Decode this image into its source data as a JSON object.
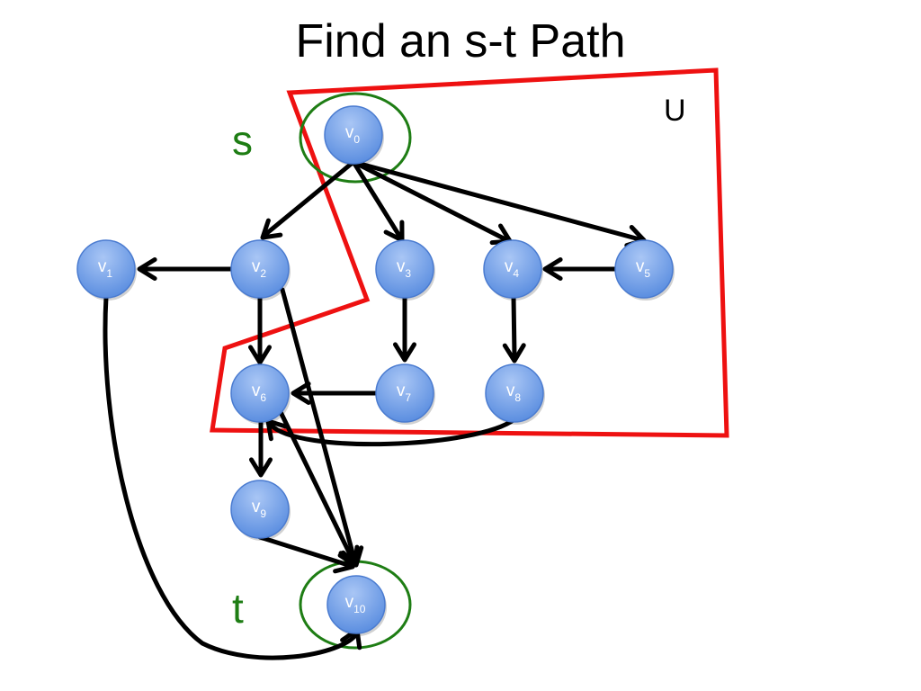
{
  "title": "Find an s-t Path",
  "set_label": "U",
  "source_label": "s",
  "sink_label": "t",
  "colors": {
    "node_fill": "#5b8ee0",
    "node_fill_light": "#a9c6f5",
    "edge": "#000000",
    "cut_region": "#ee1111",
    "terminal_ring": "#1e7d14",
    "terminal_text": "#1e7d14",
    "title_text": "#000000"
  },
  "nodes": [
    {
      "id": "v0",
      "base": "v",
      "sub": "0"
    },
    {
      "id": "v1",
      "base": "v",
      "sub": "1"
    },
    {
      "id": "v2",
      "base": "v",
      "sub": "2"
    },
    {
      "id": "v3",
      "base": "v",
      "sub": "3"
    },
    {
      "id": "v4",
      "base": "v",
      "sub": "4"
    },
    {
      "id": "v5",
      "base": "v",
      "sub": "5"
    },
    {
      "id": "v6",
      "base": "v",
      "sub": "6"
    },
    {
      "id": "v7",
      "base": "v",
      "sub": "7"
    },
    {
      "id": "v8",
      "base": "v",
      "sub": "8"
    },
    {
      "id": "v9",
      "base": "v",
      "sub": "9"
    },
    {
      "id": "v10",
      "base": "v",
      "sub": "10"
    }
  ],
  "edges": [
    {
      "from": "v0",
      "to": "v2"
    },
    {
      "from": "v0",
      "to": "v3"
    },
    {
      "from": "v0",
      "to": "v4"
    },
    {
      "from": "v0",
      "to": "v5"
    },
    {
      "from": "v2",
      "to": "v1"
    },
    {
      "from": "v5",
      "to": "v4"
    },
    {
      "from": "v2",
      "to": "v6"
    },
    {
      "from": "v2",
      "to": "v10"
    },
    {
      "from": "v3",
      "to": "v7"
    },
    {
      "from": "v4",
      "to": "v8"
    },
    {
      "from": "v7",
      "to": "v6"
    },
    {
      "from": "v8",
      "to": "v6"
    },
    {
      "from": "v6",
      "to": "v9"
    },
    {
      "from": "v6",
      "to": "v10"
    },
    {
      "from": "v9",
      "to": "v10"
    },
    {
      "from": "v1",
      "to": "v10"
    }
  ]
}
